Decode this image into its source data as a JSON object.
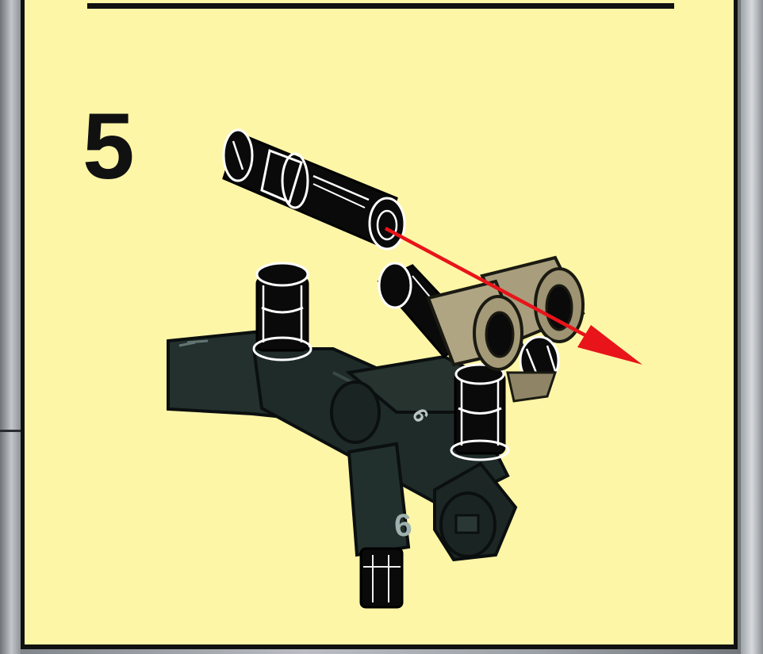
{
  "step": {
    "number": "5"
  },
  "parts": {
    "beam_marking_a": "6",
    "beam_marking_b": "6"
  },
  "colors": {
    "background_panel": "#fef6a7",
    "border": "#111111",
    "dark_part": "#23302e",
    "pin_black": "#0a0a0a",
    "tan_part": "#a89d7c",
    "arrow": "#e8141a"
  },
  "icons": {
    "arrow": "insert-direction-arrow-icon"
  }
}
